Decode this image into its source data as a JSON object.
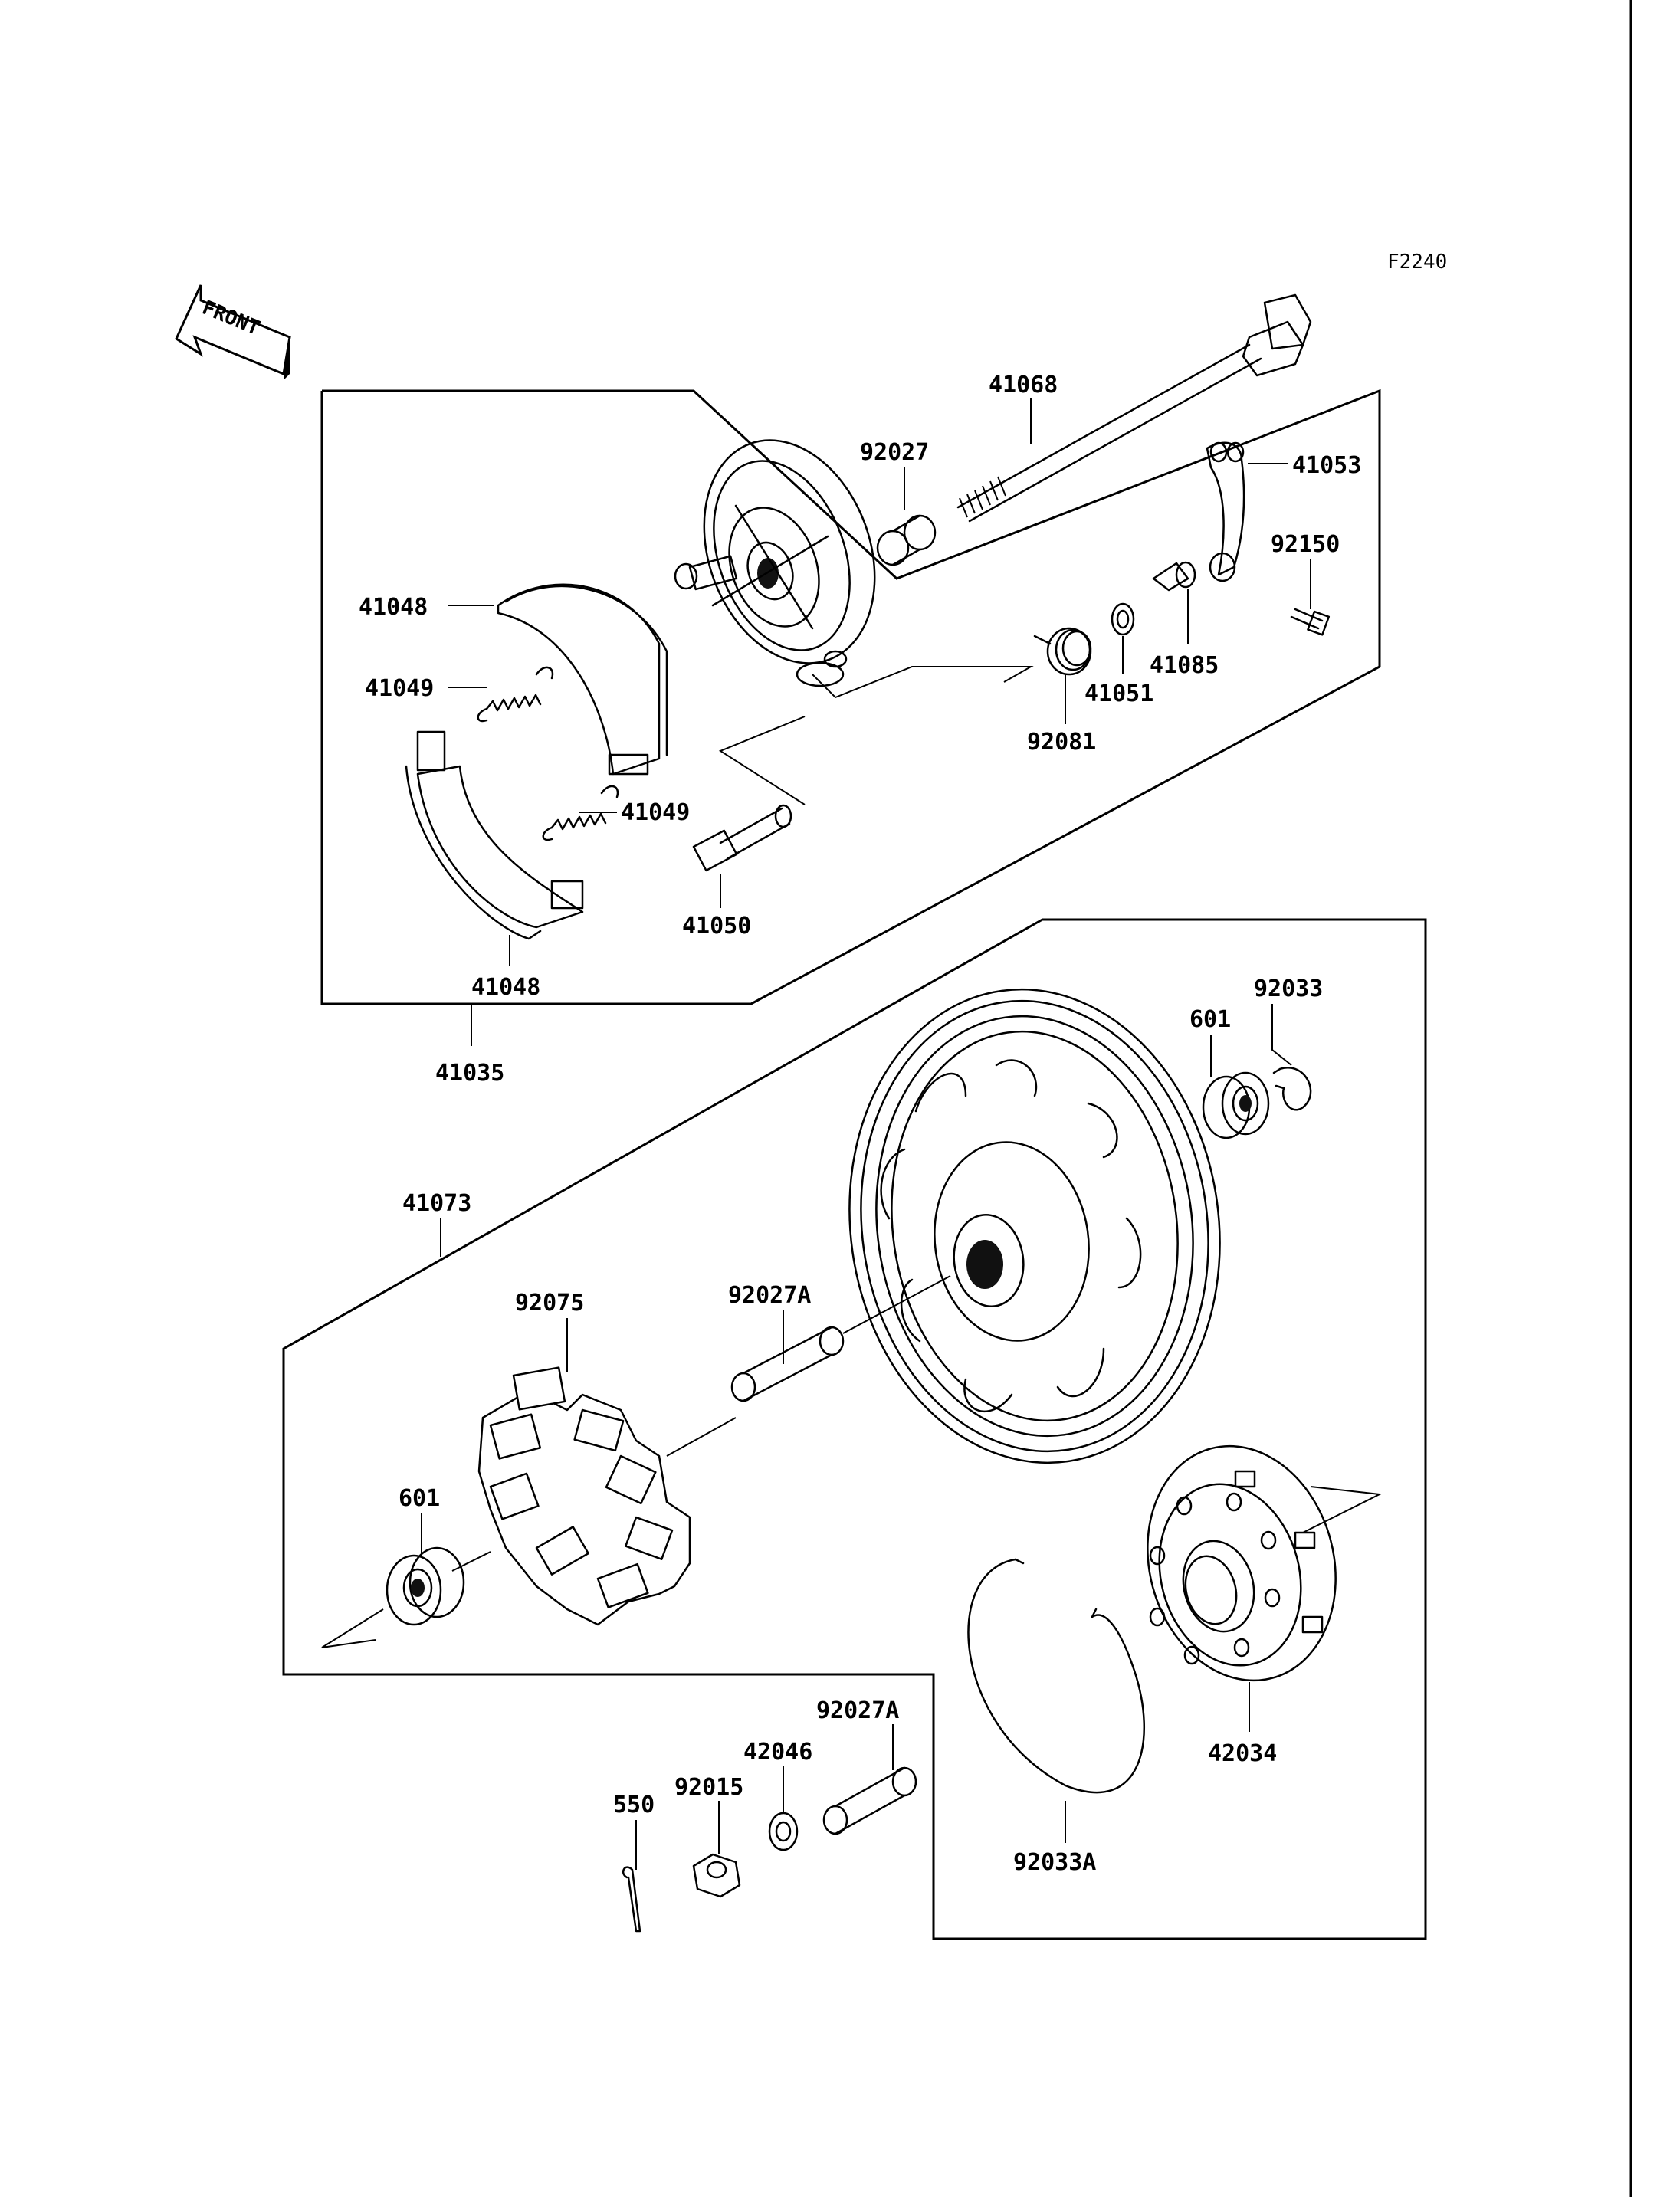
{
  "diagram": {
    "code": "F2240",
    "front": "FRONT",
    "callouts": {
      "p41068": "41068",
      "p92027": "92027",
      "p41053": "41053",
      "p92150": "92150",
      "p41048_top": "41048",
      "p41049_top": "41049",
      "p41049_bottom": "41049",
      "p41050": "41050",
      "p41048_bottom": "41048",
      "p41035": "41035",
      "p92081": "92081",
      "p41051": "41051",
      "p41085": "41085",
      "p601_right": "601",
      "p92033": "92033",
      "p41073": "41073",
      "p92075": "92075",
      "p92027A_mid": "92027A",
      "p601_left": "601",
      "p92027A_low": "92027A",
      "p42046": "42046",
      "p92015": "92015",
      "p550": "550",
      "p92033A": "92033A",
      "p42034": "42034"
    }
  }
}
